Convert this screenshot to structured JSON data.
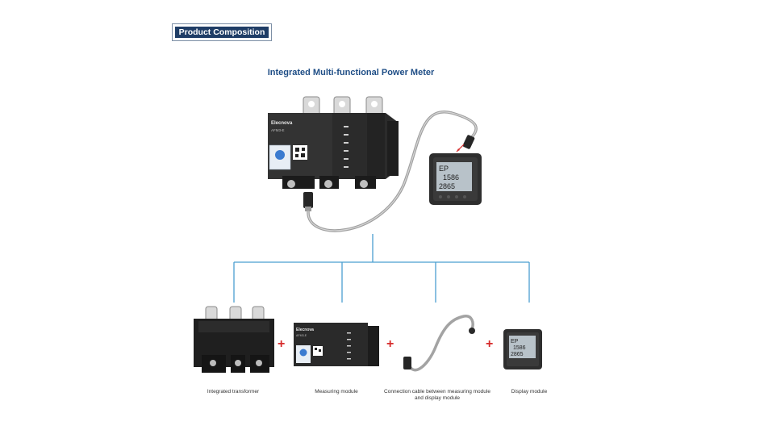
{
  "section": {
    "label": "Product Composition"
  },
  "diagram": {
    "title": "Integrated Multi-functional Power Meter",
    "brand": "Elecnova",
    "model": "AFM3-E",
    "display_readout": {
      "line1": "EP",
      "line2": "1586",
      "line3": "2865"
    }
  },
  "components": [
    {
      "label": "Integrated transformer"
    },
    {
      "label": "Measuring module"
    },
    {
      "label": "Connection cable between measuring module and display module"
    },
    {
      "label": "Display module"
    }
  ],
  "operators": {
    "plus": "+"
  },
  "colors": {
    "title_blue": "#1f4e86",
    "tag_bg": "#1f3d66",
    "tree_line": "#4a9fd1",
    "plus_red": "#d62b2b"
  }
}
